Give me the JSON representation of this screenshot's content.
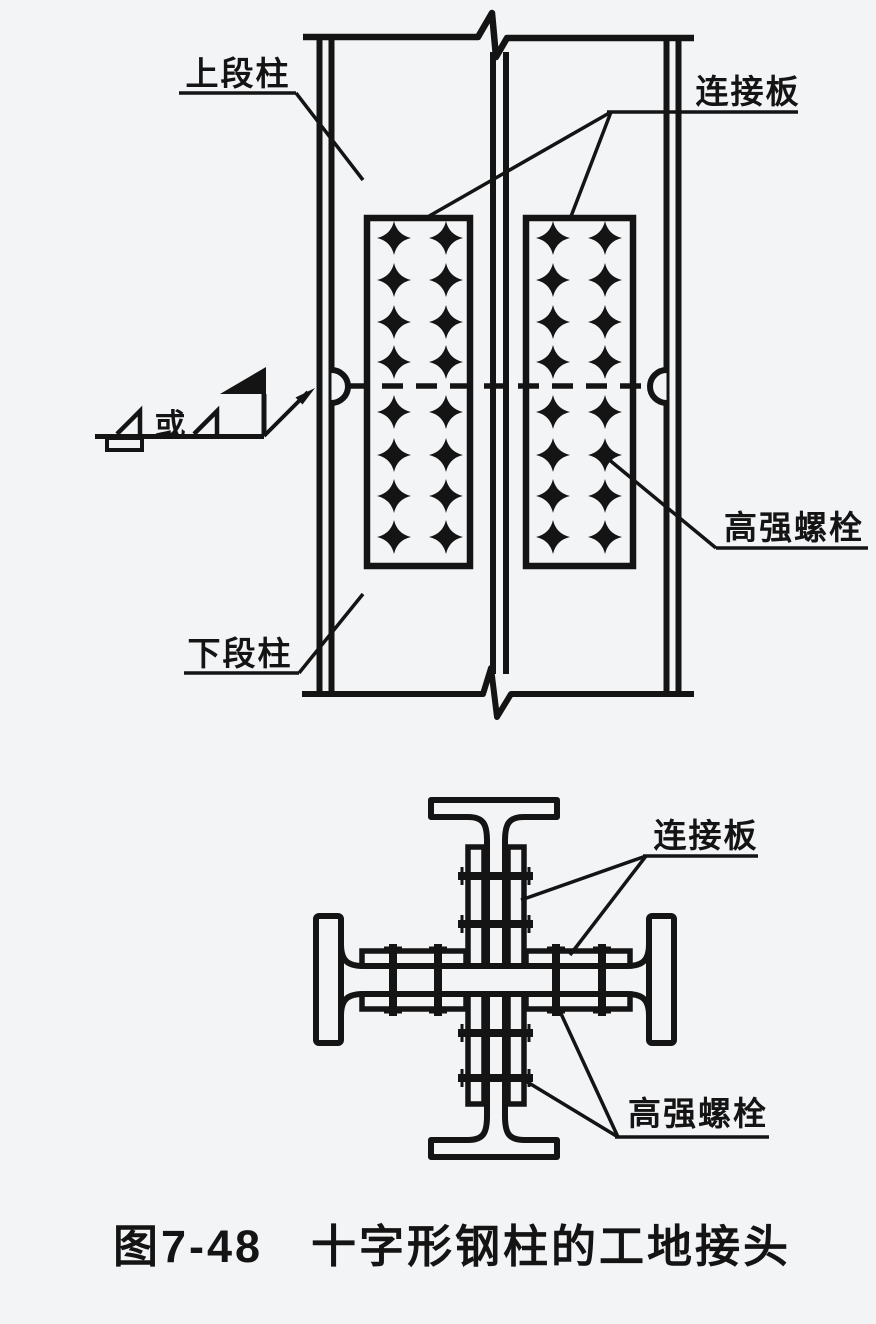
{
  "figure": {
    "caption": "图7-48　十字形钢柱的工地接头",
    "colors": {
      "background": "#f3f4f6",
      "line": "#141414"
    },
    "elevation": {
      "labels": {
        "upper_column": "上段柱",
        "connecting_plate": "连接板",
        "weld_or": "或",
        "high_strength_bolt": "高强螺栓",
        "lower_column": "下段柱"
      },
      "bolt_pattern": {
        "plates": 2,
        "rows_per_plate": 8,
        "cols_per_plate": 2
      }
    },
    "section": {
      "labels": {
        "connecting_plate": "连接板",
        "high_strength_bolt": "高强螺栓"
      }
    }
  }
}
